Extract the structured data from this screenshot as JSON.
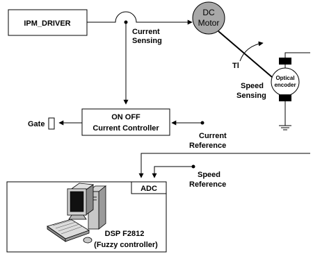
{
  "blocks": {
    "ipm_driver": "IPM_DRIVER",
    "dc_motor_line1": "DC",
    "dc_motor_line2": "Motor",
    "controller_line1": "ON OFF",
    "controller_line2": "Current Controller",
    "adc": "ADC",
    "dsp_line1": "DSP F2812",
    "dsp_line2": "(Fuzzy controller)",
    "encoder_line1": "Optical",
    "encoder_line2": "encoder",
    "gate": "Gate"
  },
  "labels": {
    "current_sensing_1": "Current",
    "current_sensing_2": "Sensing",
    "tl": "Tl",
    "speed_sensing_1": "Speed",
    "speed_sensing_2": "Sensing",
    "current_reference_1": "Current",
    "current_reference_2": "Reference",
    "speed_reference_1": "Speed",
    "speed_reference_2": "Reference"
  },
  "colors": {
    "motor_fill": "#a8a8a8",
    "encoder_cap": "#000000",
    "line": "#000000",
    "background": "#ffffff"
  },
  "icons": [
    "computer-icon",
    "ground-symbol-icon",
    "gate-terminal-icon"
  ]
}
